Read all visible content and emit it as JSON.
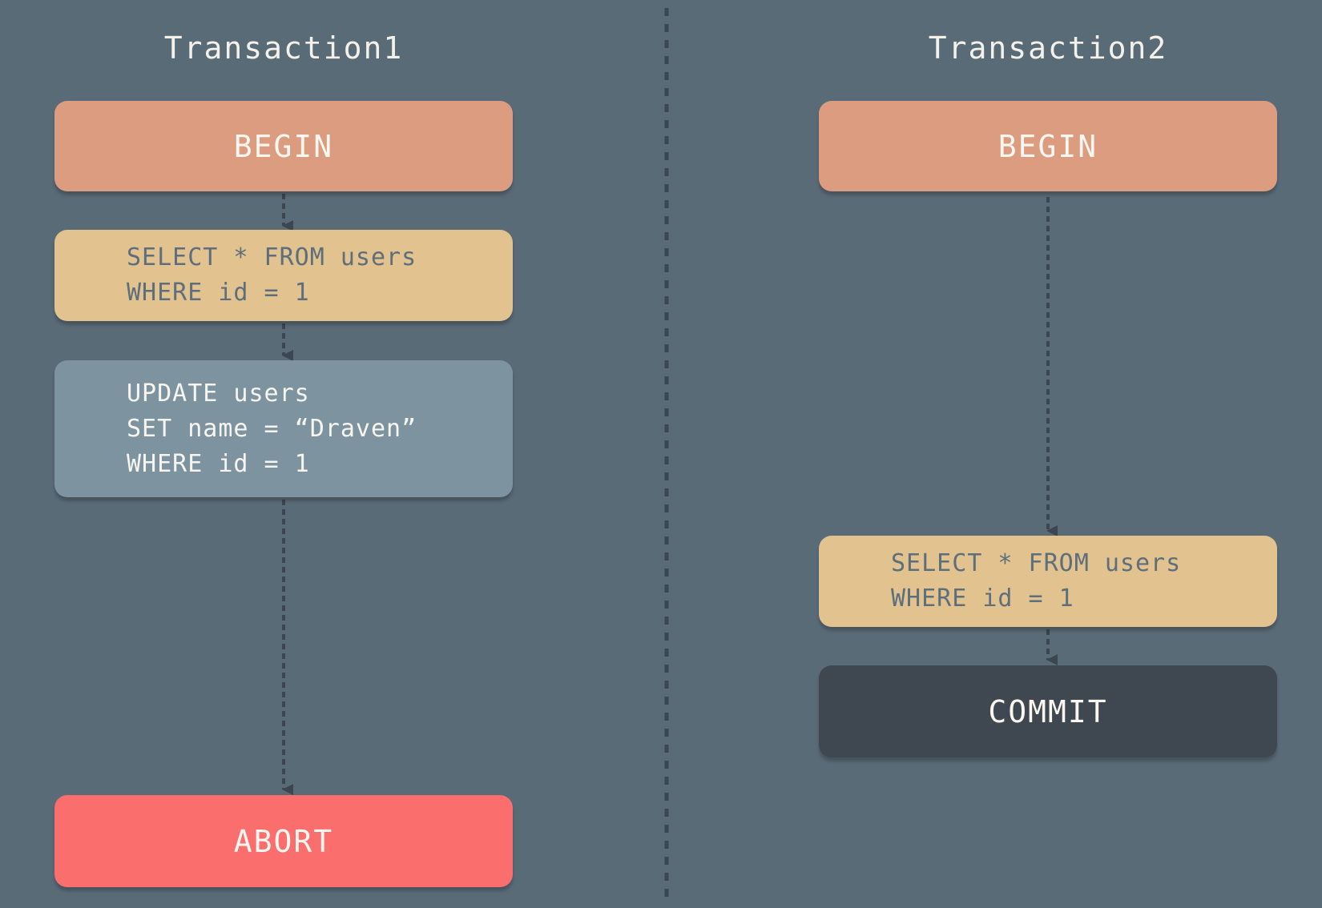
{
  "transaction1": {
    "title": "Transaction1",
    "begin": "BEGIN",
    "select": {
      "lines": [
        "SELECT * FROM users",
        "WHERE id = 1"
      ]
    },
    "update": {
      "lines": [
        "UPDATE users",
        "SET name = “Draven”",
        "WHERE id = 1"
      ]
    },
    "end": "ABORT"
  },
  "transaction2": {
    "title": "Transaction2",
    "begin": "BEGIN",
    "select": {
      "lines": [
        "SELECT * FROM users",
        "WHERE id = 1"
      ]
    },
    "end": "COMMIT"
  },
  "colors": {
    "background": "#5a6b78",
    "begin": "#db9c7f",
    "select": "#e2c28e",
    "update": "#7d93a0",
    "abort": "#fb6e6e",
    "commit": "#3f4851",
    "connector": "#3c4650"
  }
}
